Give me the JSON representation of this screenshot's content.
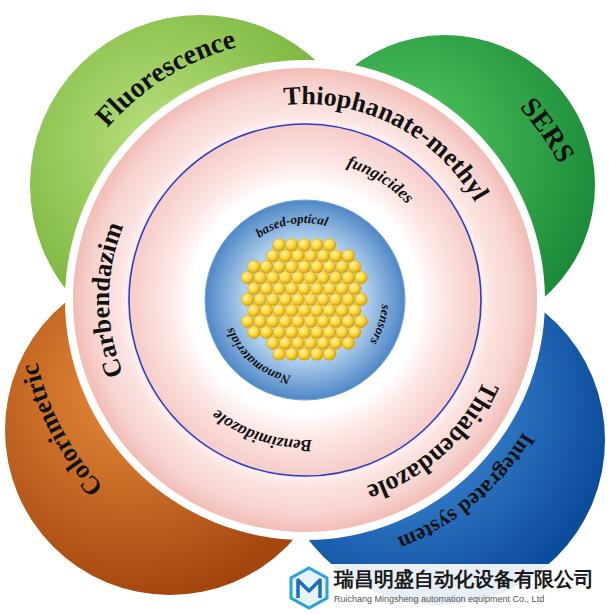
{
  "diagram": {
    "nodes": [
      {
        "text": [
          "Fluorescence"
        ]
      },
      {
        "text": [
          "SERS"
        ]
      },
      {
        "text": [
          "Colorimetric"
        ]
      },
      {
        "text": [
          "Integrated system"
        ]
      },
      {
        "text": [
          "Thiophanate-methyl",
          "Carbendazim",
          "Thiabendazole",
          "fungicides",
          "Benzimidazole"
        ]
      },
      {
        "text": [
          "based-optical",
          "sensors",
          "Nanomaterials"
        ],
        "in": 4
      }
    ],
    "labels": [
      "瑞昌明盛自动化设备有限公司",
      "Ruichang Mingsheng automation equipment Co., Ltd"
    ]
  }
}
